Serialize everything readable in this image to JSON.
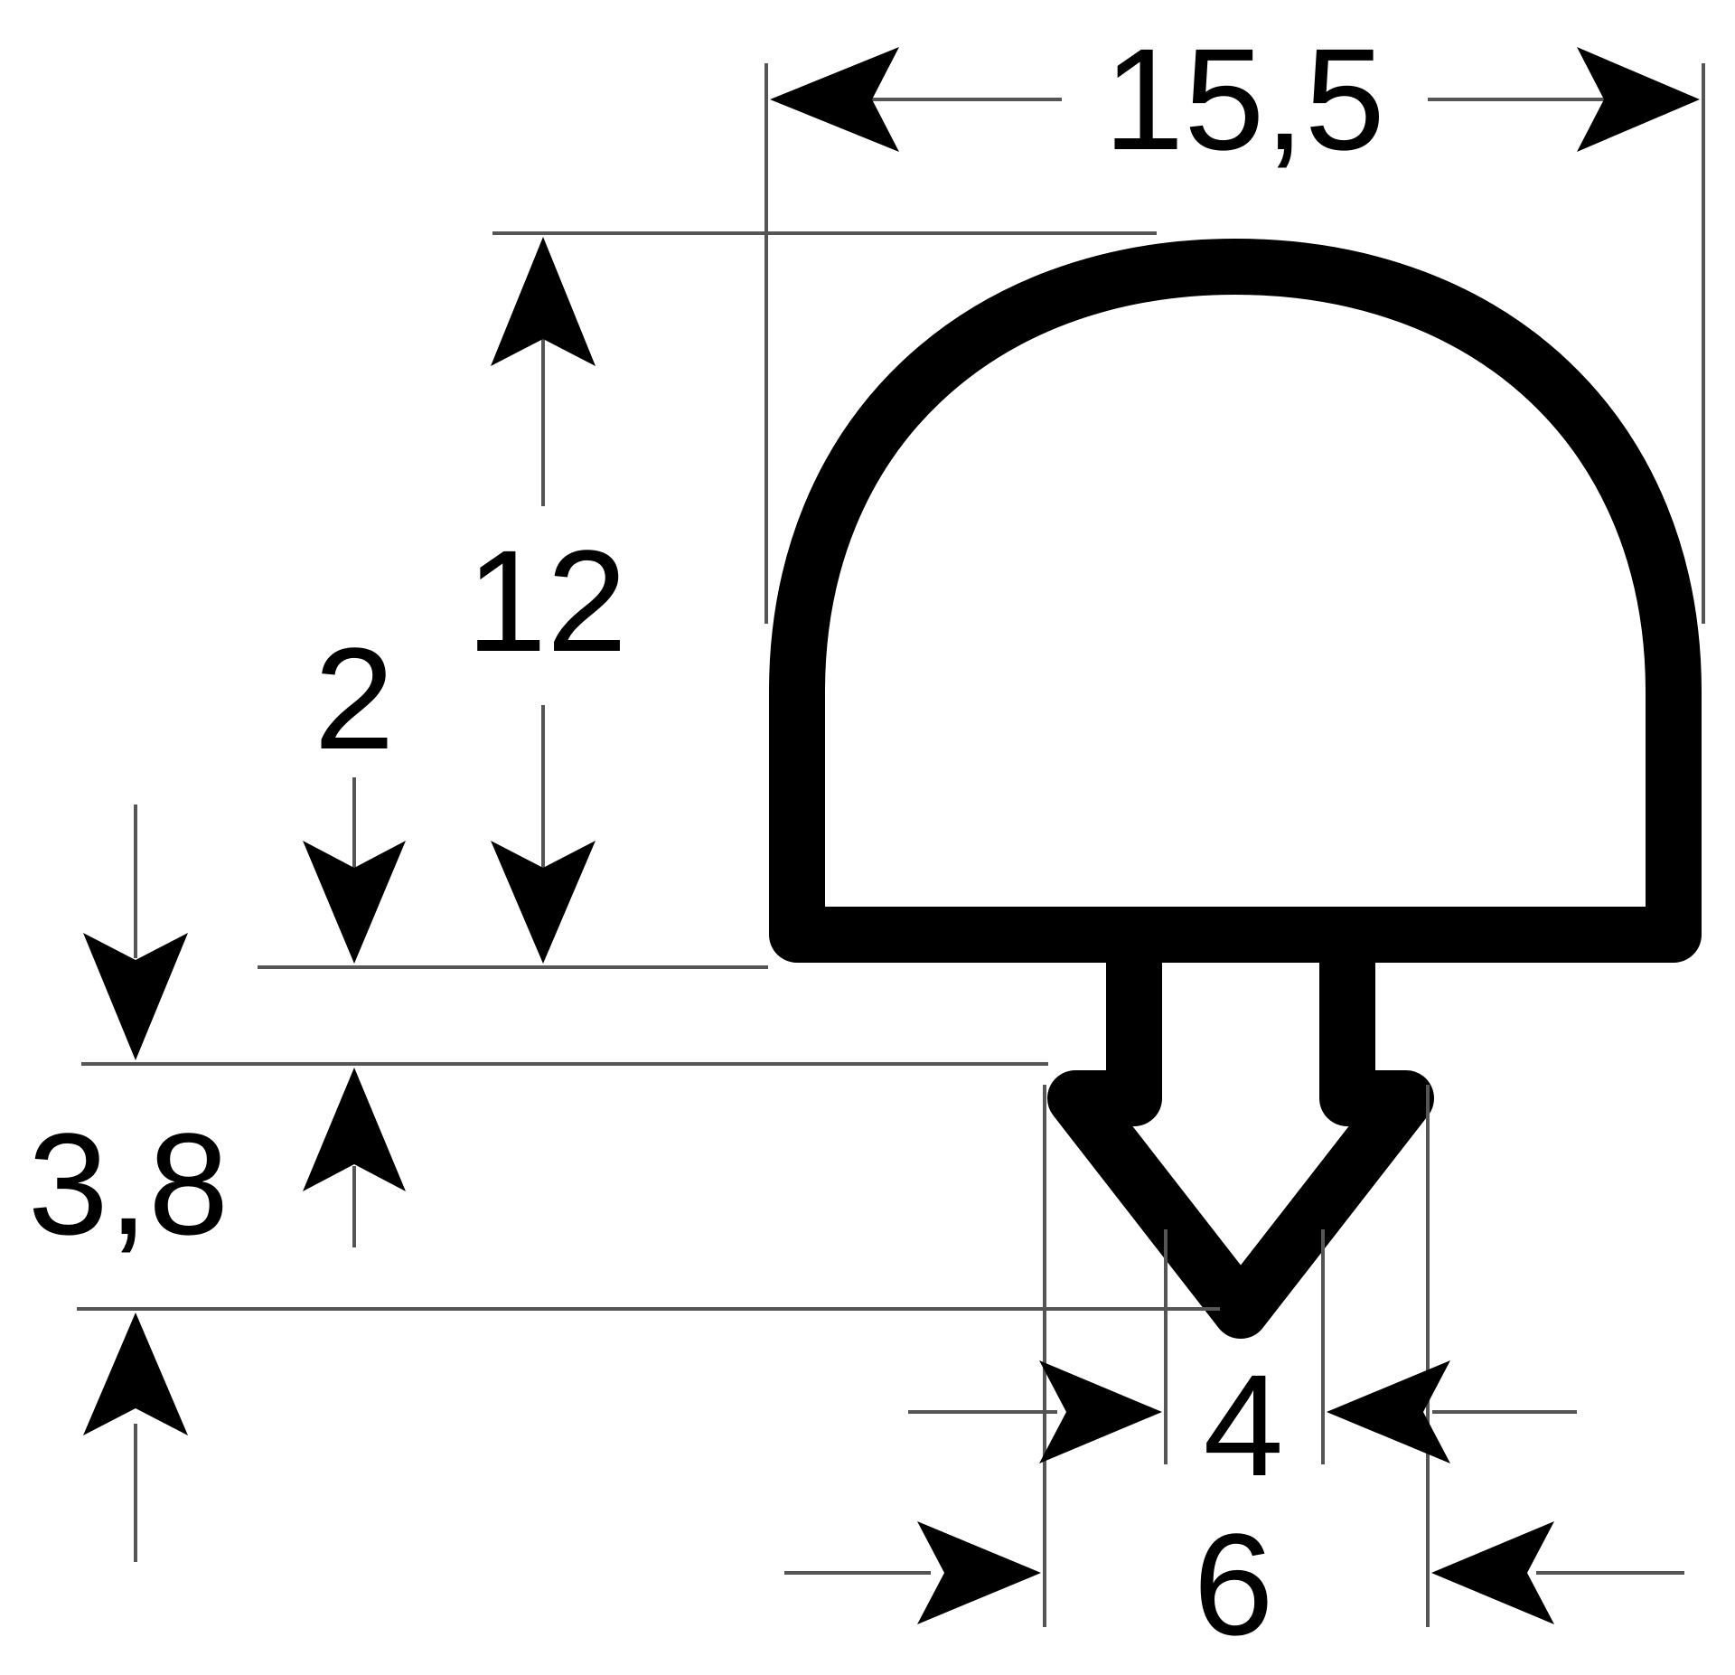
{
  "diagram": {
    "colors": {
      "line": "#000000",
      "thin_line": "#555555",
      "background": "#ffffff"
    },
    "dimensions": {
      "overall_width": "15,5",
      "overall_height": "12",
      "base_thickness": "2",
      "barb_height": "3,8",
      "stem_width": "4",
      "barb_width": "6"
    }
  }
}
